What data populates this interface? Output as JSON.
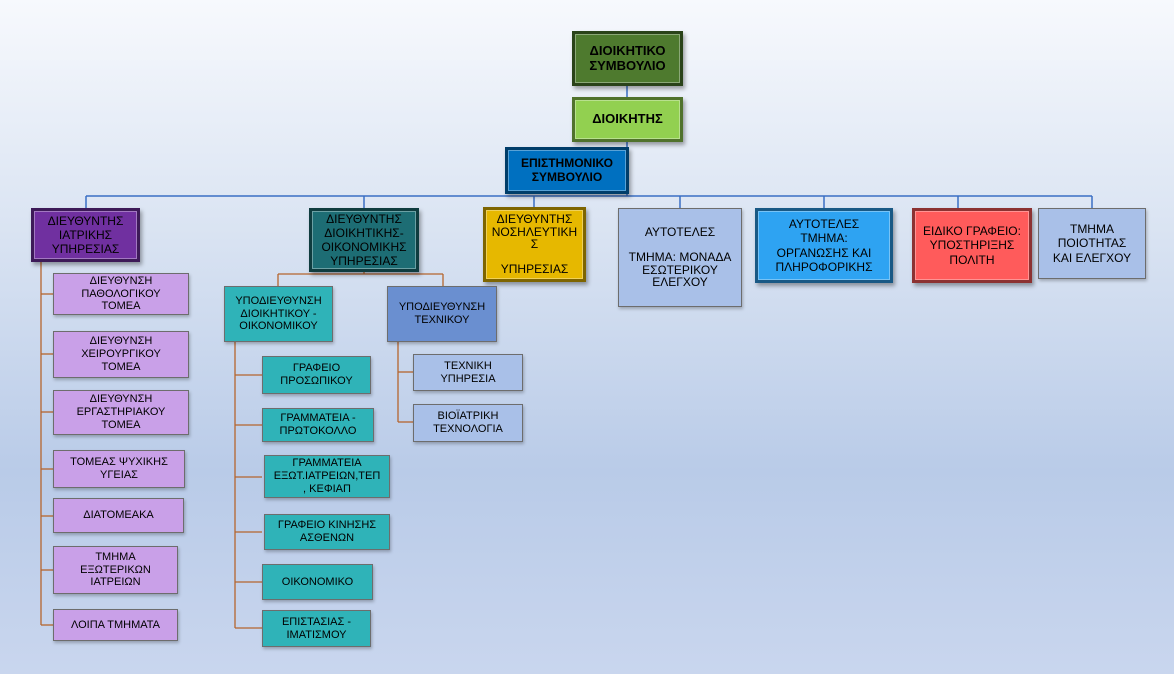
{
  "top": {
    "board": "ΔΙΟΙΚΗΤΙΚΟ\nΣΥΜΒΟΥΛΙΟ",
    "director": "ΔΙΟΙΚΗΤΗΣ",
    "scientific_board": "ΕΠΙΣΤΗΜΟΝΙΚΟ\nΣΥΜΒΟΥΛΙΟ"
  },
  "directorates": {
    "medical": "ΔΙΕΥΘΥΝΤΗΣ\nΙΑΤΡΙΚΗΣ\nΥΠΗΡΕΣΙΑΣ",
    "admin": "ΔΙΕΥΘΥΝΤΗΣ\nΔΙΟΙΚΗΤΙΚΗΣ-\nΟΙΚΟΝΟΜΙΚΗΣ\nΥΠΗΡΕΣΙΑΣ",
    "nursing": "ΔΙΕΥΘΥΝΤΗΣ\nΝΟΣΗΛΕΥΤΙΚΗΣ\n\nΥΠΗΡΕΣΙΑΣ",
    "audit": "ΑΥΤΟΤΕΛΕΣ\n\nΤΜΗΜΑ: ΜΟΝΑΔΑ\nΕΣΩΤΕΡΙΚΟΥ\nΕΛΕΓΧΟΥ",
    "it": "ΑΥΤΟΤΕΛΕΣ\nΤΜΗΜΑ:\nΟΡΓΑΝΩΣΗΣ ΚΑΙ\nΠΛΗΡΟΦΟΡΙΚΗΣ",
    "special": "ΕΙΔΙΚΟ ΓΡΑΦΕΙΟ:\nΥΠΟΣΤΗΡΙΞΗΣ\nΠΟΛΙΤΗ",
    "quality": "ΤΜΗΜΑ\nΠΟΙΟΤΗΤΑΣ\nΚΑΙ ΕΛΕΓΧΟΥ"
  },
  "medical_units": [
    "ΔΙΕΥΘΥΝΣΗ\nΠΑΘΟΛΟΓΙΚΟΥ\nΤΟΜΕΑ",
    "ΔΙΕΥΘΥΝΣΗ\nΧΕΙΡΟΥΡΓΙΚΟΥ\nΤΟΜΕΑ",
    "ΔΙΕΥΘΥΝΣΗ\nΕΡΓΑΣΤΗΡΙΑΚΟΥ\nΤΟΜΕΑ",
    "ΤΟΜΕΑΣ ΨΥΧΙΚΗΣ\nΥΓΕΙΑΣ",
    "ΔΙΑΤΟΜΕΑΚΑ",
    "ΤΜΗΜΑ\nΕΞΩΤΕΡΙΚΩΝ\nΙΑΤΡΕΙΩΝ",
    "ΛΟΙΠΑ ΤΜΗΜΑΤΑ"
  ],
  "admin_subdirs": {
    "finance": "ΥΠΟΔΙΕΥΘΥΝΣΗ\nΔΙΟΙΚΗΤΙΚΟΥ -\nΟΙΚΟΝΟΜΙΚΟΥ",
    "technical": "ΥΠΟΔΙΕΥΘΥΝΣΗ\nΤΕΧΝΙΚΟΥ"
  },
  "finance_units": [
    "ΓΡΑΦΕΙΟ\nΠΡΟΣΩΠΙΚΟΥ",
    "ΓΡΑΜΜΑΤΕΙΑ -\nΠΡΩΤΟΚΟΛΛΟ",
    "ΓΡΑΜΜΑΤΕΙΑ\nΕΞΩΤ.ΙΑΤΡΕΙΩΝ,ΤΕΠ\n, ΚΕΦΙΑΠ",
    "ΓΡΑΦΕΙΟ ΚΙΝΗΣΗΣ\nΑΣΘΕΝΩΝ",
    "ΟΙΚΟΝΟΜΙΚΟ",
    "ΕΠΙΣΤΑΣΙΑΣ -\nΙΜΑΤΙΣΜΟΥ"
  ],
  "technical_units": [
    "ΤΕΧΝΙΚΗ\nΥΠΗΡΕΣΙΑ",
    "ΒΙΟΪΑΤΡΙΚΗ\nΤΕΧΝΟΛΟΓΙΑ"
  ],
  "colors": {
    "board": "#4e7a2e",
    "director": "#92d050",
    "scientific_board": "#0070c0",
    "medical_head": "#7030a0",
    "medical_unit": "#c9a0e8",
    "admin_head": "#1d6d74",
    "admin_unit": "#2fb3b8",
    "nursing": "#e6b800",
    "audit": "#a9c0e8",
    "it": "#2ea3f2",
    "special": "#ff5b5b",
    "quality": "#a9c0e8",
    "connector": "#3a6fc4",
    "subconnector": "#b5652e"
  }
}
